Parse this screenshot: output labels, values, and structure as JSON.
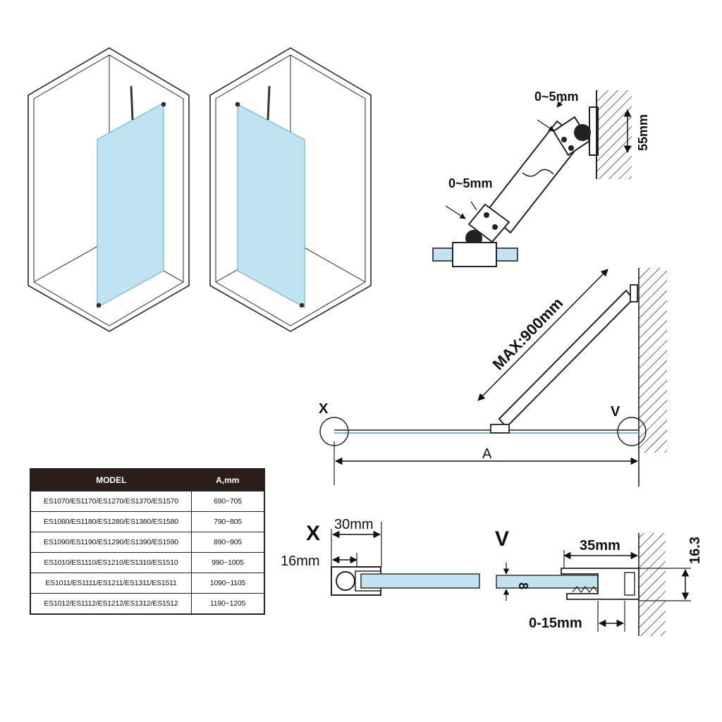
{
  "colors": {
    "glass": "#bfe3f1",
    "glass_edge": "#7dbcd6",
    "ink": "#1a1a1a",
    "table_header": "#2a1d1a"
  },
  "labels": {
    "gap_top": "0~5mm",
    "gap_bottom": "0~5mm",
    "height_55": "55mm",
    "max_length": "MAX:900mm",
    "point_x": "X",
    "point_v": "V",
    "dim_a": "A",
    "detail_x": "X",
    "detail_v": "V",
    "dim_30": "30mm",
    "dim_16": "16mm",
    "dim_8": "8",
    "dim_35": "35mm",
    "dim_163": "16.3",
    "dim_015": "0-15mm"
  },
  "table": {
    "headers": [
      "MODEL",
      "A,mm"
    ],
    "rows": [
      {
        "model": "ES1070/ES1170/ES1270/ES1370/ES1570",
        "range": "690~705"
      },
      {
        "model": "ES1080/ES1180/ES1280/ES1380/ES1580",
        "range": "790~805"
      },
      {
        "model": "ES1090/ES1190/ES1290/ES1390/ES1590",
        "range": "890~905"
      },
      {
        "model": "ES1010/ES1110/ES1210/ES1310/ES1510",
        "range": "990~1005"
      },
      {
        "model": "ES1011/ES1111/ES1211/ES1311/ES1511",
        "range": "1090~1105"
      },
      {
        "model": "ES1012/ES1112/ES1212/ES1312/ES1512",
        "range": "1190~1205"
      }
    ]
  }
}
